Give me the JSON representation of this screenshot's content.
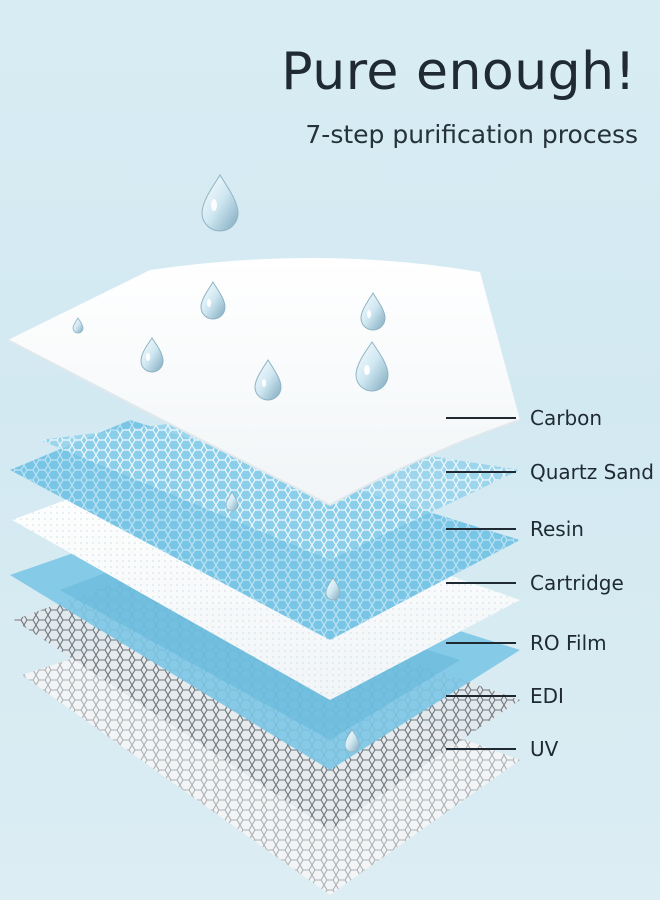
{
  "header": {
    "title": "Pure enough!",
    "subtitle": "7-step purification process"
  },
  "layers": [
    {
      "label": "Carbon",
      "icon": "carbon-layer"
    },
    {
      "label": "Quartz Sand",
      "icon": "quartz-sand-layer"
    },
    {
      "label": "Resin",
      "icon": "resin-layer"
    },
    {
      "label": "Cartridge",
      "icon": "cartridge-layer"
    },
    {
      "label": "RO Film",
      "icon": "ro-film-layer"
    },
    {
      "label": "EDI",
      "icon": "edi-layer"
    },
    {
      "label": "UV",
      "icon": "uv-layer"
    }
  ],
  "colors": {
    "background": "#d8ecf3",
    "white_sheet": "#ffffff",
    "blue_sheet": "#7cc7e6",
    "mesh_gray": "#4a525a",
    "text": "#1f2a33"
  }
}
